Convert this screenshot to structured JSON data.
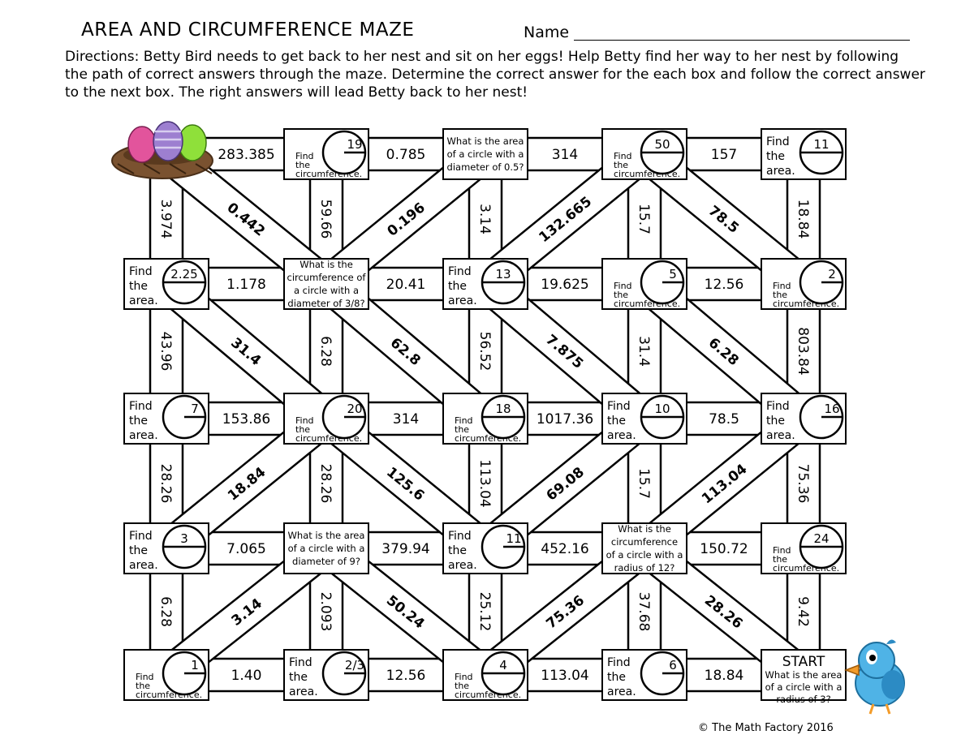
{
  "header": {
    "title": "AREA AND CIRCUMFERENCE MAZE",
    "name_label": "Name",
    "directions": "Directions: Betty Bird needs to get back to her nest and sit on her eggs!  Help Betty find her way to her nest by following the path of correct answers through the maze.  Determine the correct answer for the each box and follow the correct answer to the next box.  The right answers will lead Betty back to her nest!"
  },
  "boxes": [
    {
      "kind": "nest"
    },
    {
      "kind": "circle",
      "task": [
        "Find",
        "the",
        "circumference."
      ],
      "value": "19",
      "line": "radius"
    },
    {
      "kind": "question",
      "lines": [
        "What is the area",
        "of a circle with a",
        "diameter of 0.5?"
      ]
    },
    {
      "kind": "circle",
      "task": [
        "Find",
        "the",
        "circumference."
      ],
      "value": "50",
      "line": "diameter"
    },
    {
      "kind": "circle",
      "task": [
        "Find",
        "the",
        "area."
      ],
      "value": "11",
      "line": "diameter"
    },
    {
      "kind": "circle",
      "task": [
        "Find",
        "the",
        "area."
      ],
      "value": "2.25",
      "line": "diameter"
    },
    {
      "kind": "question",
      "lines": [
        "What is the",
        "circumference of",
        "a circle with a",
        "diameter of 3/8?"
      ]
    },
    {
      "kind": "circle",
      "task": [
        "Find",
        "the",
        "area."
      ],
      "value": "13",
      "line": "diameter"
    },
    {
      "kind": "circle",
      "task": [
        "Find",
        "the",
        "circumference."
      ],
      "value": "5",
      "line": "radius"
    },
    {
      "kind": "circle",
      "task": [
        "Find",
        "the",
        "circumference."
      ],
      "value": "2",
      "line": "radius"
    },
    {
      "kind": "circle",
      "task": [
        "Find",
        "the",
        "area."
      ],
      "value": "7",
      "line": "radius"
    },
    {
      "kind": "circle",
      "task": [
        "Find",
        "the",
        "circumference."
      ],
      "value": "20",
      "line": "radius"
    },
    {
      "kind": "circle",
      "task": [
        "Find",
        "the",
        "circumference."
      ],
      "value": "18",
      "line": "diameter"
    },
    {
      "kind": "circle",
      "task": [
        "Find",
        "the",
        "area."
      ],
      "value": "10",
      "line": "diameter"
    },
    {
      "kind": "circle",
      "task": [
        "Find",
        "the",
        "area."
      ],
      "value": "16",
      "line": "radius"
    },
    {
      "kind": "circle",
      "task": [
        "Find",
        "the",
        "area."
      ],
      "value": "3",
      "line": "diameter"
    },
    {
      "kind": "question",
      "lines": [
        "What is the area",
        "of a circle with a",
        "diameter of 9?"
      ]
    },
    {
      "kind": "circle",
      "task": [
        "Find",
        "the",
        "area."
      ],
      "value": "11",
      "line": "radius"
    },
    {
      "kind": "question",
      "lines": [
        "What is the",
        "circumference",
        "of a circle with a",
        "radius of 12?"
      ]
    },
    {
      "kind": "circle",
      "task": [
        "Find",
        "the",
        "circumference."
      ],
      "value": "24",
      "line": "diameter"
    },
    {
      "kind": "circle",
      "task": [
        "Find",
        "the",
        "circumference."
      ],
      "value": "1",
      "line": "radius"
    },
    {
      "kind": "circle",
      "task": [
        "Find",
        "the",
        "area."
      ],
      "value": "2/3",
      "line": "radius"
    },
    {
      "kind": "circle",
      "task": [
        "Find",
        "the",
        "circumference."
      ],
      "value": "4",
      "line": "diameter"
    },
    {
      "kind": "circle",
      "task": [
        "Find",
        "the",
        "area."
      ],
      "value": "6",
      "line": "radius"
    },
    {
      "kind": "start",
      "label": "START",
      "lines": [
        "What is the area",
        "of a circle with a",
        "radius of 3?"
      ]
    }
  ],
  "h_edges": [
    [
      "283.385",
      "0.785",
      "314",
      "157"
    ],
    [
      "1.178",
      "20.41",
      "19.625",
      "12.56"
    ],
    [
      "153.86",
      "314",
      "1017.36",
      "78.5"
    ],
    [
      "7.065",
      "379.94",
      "452.16",
      "150.72"
    ],
    [
      "1.40",
      "12.56",
      "113.04",
      "18.84"
    ]
  ],
  "v_edges": [
    [
      "3.974",
      "59.66",
      "3.14",
      "15.7",
      "18.84"
    ],
    [
      "43.96",
      "6.28",
      "56.52",
      "31.4",
      "803.84"
    ],
    [
      "28.26",
      "28.26",
      "113.04",
      "15.7",
      "75.36"
    ],
    [
      "6.28",
      "2.093",
      "25.12",
      "37.68",
      "9.42"
    ]
  ],
  "d_edges": [
    {
      "from": [
        0,
        0
      ],
      "to": [
        1,
        1
      ],
      "label": "0.442"
    },
    {
      "from": [
        0,
        2
      ],
      "to": [
        1,
        1
      ],
      "label": "0.196"
    },
    {
      "from": [
        0,
        3
      ],
      "to": [
        1,
        2
      ],
      "label": "132.665"
    },
    {
      "from": [
        0,
        3
      ],
      "to": [
        1,
        4
      ],
      "label": "78.5"
    },
    {
      "from": [
        1,
        0
      ],
      "to": [
        2,
        1
      ],
      "label": "31.4"
    },
    {
      "from": [
        1,
        1
      ],
      "to": [
        2,
        2
      ],
      "label": "62.8"
    },
    {
      "from": [
        1,
        2
      ],
      "to": [
        2,
        3
      ],
      "label": "7.875"
    },
    {
      "from": [
        1,
        3
      ],
      "to": [
        2,
        4
      ],
      "label": "6.28"
    },
    {
      "from": [
        2,
        1
      ],
      "to": [
        3,
        0
      ],
      "label": "18.84"
    },
    {
      "from": [
        2,
        1
      ],
      "to": [
        3,
        2
      ],
      "label": "125.6"
    },
    {
      "from": [
        2,
        3
      ],
      "to": [
        3,
        2
      ],
      "label": "69.08"
    },
    {
      "from": [
        2,
        4
      ],
      "to": [
        3,
        3
      ],
      "label": "113.04"
    },
    {
      "from": [
        3,
        1
      ],
      "to": [
        4,
        0
      ],
      "label": "3.14"
    },
    {
      "from": [
        3,
        1
      ],
      "to": [
        4,
        2
      ],
      "label": "50.24"
    },
    {
      "from": [
        3,
        3
      ],
      "to": [
        4,
        2
      ],
      "label": "75.36"
    },
    {
      "from": [
        3,
        3
      ],
      "to": [
        4,
        4
      ],
      "label": "28.26"
    }
  ],
  "footer": {
    "copyright": "© The Math Factory 2016"
  }
}
